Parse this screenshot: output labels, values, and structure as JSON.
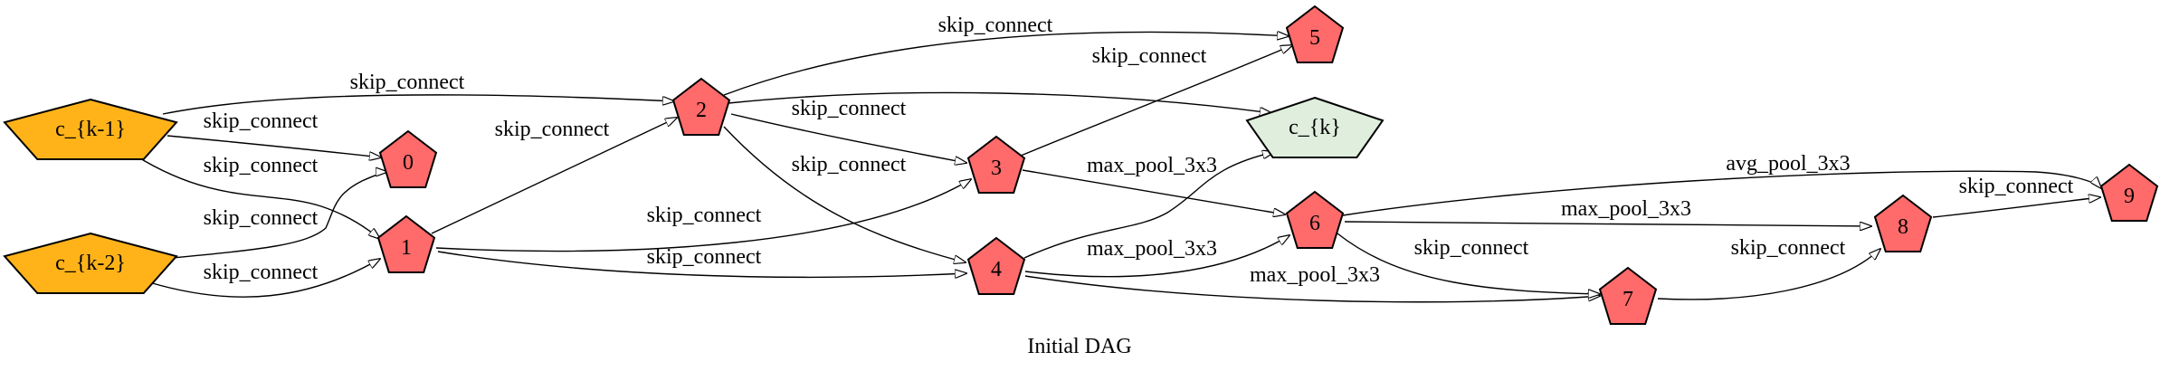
{
  "diagram": {
    "caption": "Initial DAG",
    "colors": {
      "op_node": "#ff6a6a",
      "input_node": "#ffb319",
      "output_node": "#dfeedd"
    },
    "nodes": [
      {
        "id": "ck1",
        "label": "c_{k-1}",
        "kind": "input"
      },
      {
        "id": "ck2",
        "label": "c_{k-2}",
        "kind": "input"
      },
      {
        "id": "n0",
        "label": "0",
        "kind": "op"
      },
      {
        "id": "n1",
        "label": "1",
        "kind": "op"
      },
      {
        "id": "n2",
        "label": "2",
        "kind": "op"
      },
      {
        "id": "n3",
        "label": "3",
        "kind": "op"
      },
      {
        "id": "n4",
        "label": "4",
        "kind": "op"
      },
      {
        "id": "n5",
        "label": "5",
        "kind": "op"
      },
      {
        "id": "ck",
        "label": "c_{k}",
        "kind": "output"
      },
      {
        "id": "n6",
        "label": "6",
        "kind": "op"
      },
      {
        "id": "n7",
        "label": "7",
        "kind": "op"
      },
      {
        "id": "n8",
        "label": "8",
        "kind": "op"
      },
      {
        "id": "n9",
        "label": "9",
        "kind": "op"
      }
    ],
    "edges": [
      {
        "from": "ck1",
        "to": "n2",
        "label": "skip_connect"
      },
      {
        "from": "ck1",
        "to": "n0",
        "label": "skip_connect"
      },
      {
        "from": "ck1",
        "to": "n1",
        "label": "skip_connect"
      },
      {
        "from": "ck2",
        "to": "n0",
        "label": "skip_connect"
      },
      {
        "from": "ck2",
        "to": "n1",
        "label": "skip_connect"
      },
      {
        "from": "n1",
        "to": "n2",
        "label": "skip_connect"
      },
      {
        "from": "n1",
        "to": "n3",
        "label": "skip_connect"
      },
      {
        "from": "n1",
        "to": "n4",
        "label": "skip_connect"
      },
      {
        "from": "n2",
        "to": "n5",
        "label": "skip_connect"
      },
      {
        "from": "n2",
        "to": "ck",
        "label": ""
      },
      {
        "from": "n2",
        "to": "n3",
        "label": "skip_connect"
      },
      {
        "from": "n2",
        "to": "n4",
        "label": "skip_connect"
      },
      {
        "from": "n3",
        "to": "n5",
        "label": "skip_connect"
      },
      {
        "from": "n3",
        "to": "n6",
        "label": "max_pool_3x3"
      },
      {
        "from": "n4",
        "to": "ck",
        "label": ""
      },
      {
        "from": "n4",
        "to": "n6",
        "label": "max_pool_3x3"
      },
      {
        "from": "n4",
        "to": "n7",
        "label": "max_pool_3x3"
      },
      {
        "from": "n6",
        "to": "n9",
        "label": "avg_pool_3x3"
      },
      {
        "from": "n6",
        "to": "n8",
        "label": "max_pool_3x3"
      },
      {
        "from": "n6",
        "to": "n7",
        "label": "skip_connect"
      },
      {
        "from": "n7",
        "to": "n8",
        "label": "skip_connect"
      },
      {
        "from": "n8",
        "to": "n9",
        "label": "skip_connect"
      }
    ]
  }
}
